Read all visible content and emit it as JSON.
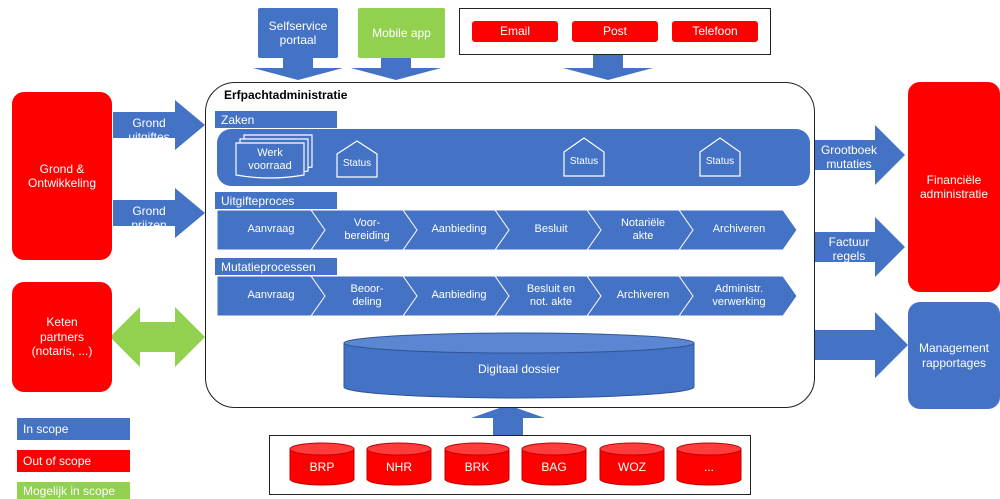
{
  "channels": {
    "selfservice": "Selfservice\nportaal",
    "mobile_app": "Mobile app",
    "email": "Email",
    "post": "Post",
    "telefoon": "Telefoon"
  },
  "central": {
    "title": "Erfpachtadministratie",
    "zaken": {
      "title": "Zaken",
      "work_queue": "Werk\nvoorraad",
      "status_items": [
        "Status",
        "Status",
        "Status"
      ]
    },
    "uitgifteproces": {
      "title": "Uitgifteproces",
      "steps": [
        "Aanvraag",
        "Voor-\nbereiding",
        "Aanbieding",
        "Besluit",
        "Notariële\nakte",
        "Archiveren"
      ]
    },
    "mutatieprocessen": {
      "title": "Mutatieprocessen",
      "steps": [
        "Aanvraag",
        "Beoor-\ndeling",
        "Aanbieding",
        "Besluit en\nnot. akte",
        "Archiveren",
        "Administr.\nverwerking"
      ]
    },
    "dossier": "Digitaal dossier"
  },
  "left": {
    "grond_ontwikkeling": "Grond &\nOntwikkeling",
    "keten_partners": "Keten\npartners\n(notaris, ...)",
    "arrow_uitgiftes": "Grond\nuitgiftes",
    "arrow_prijzen": "Grond\nprijzen"
  },
  "right": {
    "financiele_administratie": "Financiële\nadministratie",
    "management_rapportages": "Management\nrapportages",
    "arrow_grootboek": "Grootboek\nmutaties",
    "arrow_factuur": "Factuur\nregels"
  },
  "sources": [
    "BRP",
    "NHR",
    "BRK",
    "BAG",
    "WOZ",
    "..."
  ],
  "legend": {
    "in_scope": "In scope",
    "out_of_scope": "Out of scope",
    "mogelijk": "Mogelijk in scope"
  },
  "colors": {
    "in_scope": "#4472c4",
    "out_of_scope": "#ff0000",
    "mogelijk_in_scope": "#92d050"
  }
}
